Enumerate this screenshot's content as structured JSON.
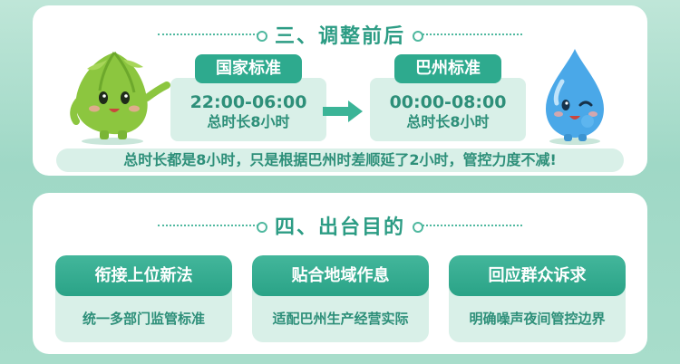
{
  "section1": {
    "title": "三、调整前后",
    "before": {
      "tag": "国家标准",
      "time": "22:00-06:00",
      "duration": "总时长8小时"
    },
    "after": {
      "tag": "巴州标准",
      "time": "00:00-08:00",
      "duration": "总时长8小时"
    },
    "note": "总时长都是8小时，只是根据巴州时差顺延了2小时，管控力度不减!"
  },
  "section2": {
    "title": "四、出台目的",
    "purposes": [
      {
        "head": "衔接上位新法",
        "body": "统一多部门监管标准"
      },
      {
        "head": "贴合地域作息",
        "body": "适配巴州生产经营实际"
      },
      {
        "head": "回应群众诉求",
        "body": "明确噪声夜间管控边界"
      }
    ]
  },
  "colors": {
    "accent": "#2eaa8e",
    "accent_text": "#2d8f79",
    "light": "#d9f0e8"
  }
}
